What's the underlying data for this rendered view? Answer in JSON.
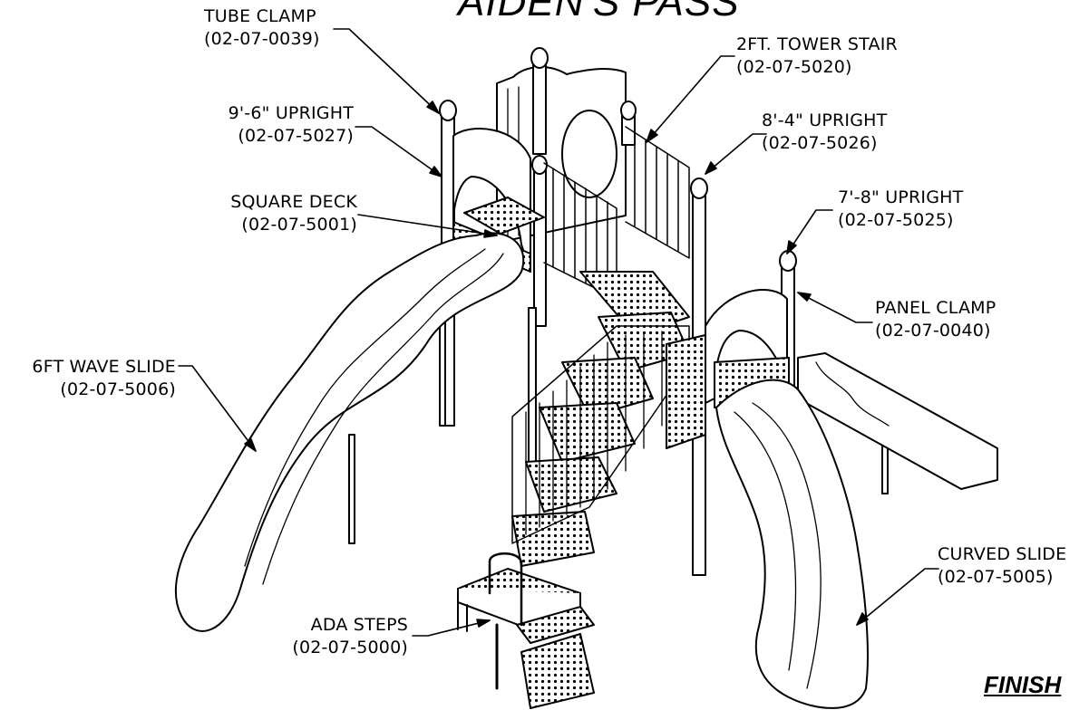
{
  "title": "AIDEN'S PASS",
  "finish_label": "FINISH",
  "callouts": {
    "tube_clamp": {
      "name": "TUBE CLAMP",
      "part": "(02-07-0039)"
    },
    "tower_stair": {
      "name": "2FT. TOWER STAIR",
      "part": "(02-07-5020)"
    },
    "upright_96": {
      "name": "9'-6\" UPRIGHT",
      "part": "(02-07-5027)"
    },
    "upright_84": {
      "name": "8'-4\" UPRIGHT",
      "part": "(02-07-5026)"
    },
    "square_deck": {
      "name": "SQUARE DECK",
      "part": "(02-07-5001)"
    },
    "upright_78": {
      "name": "7'-8\" UPRIGHT",
      "part": "(02-07-5025)"
    },
    "panel_clamp": {
      "name": "PANEL CLAMP",
      "part": "(02-07-0040)"
    },
    "wave_slide": {
      "name": "6FT WAVE SLIDE",
      "part": "(02-07-5006)"
    },
    "curved_slide": {
      "name": "CURVED SLIDE",
      "part": "(02-07-5005)"
    },
    "ada_steps": {
      "name": "ADA STEPS",
      "part": "(02-07-5000)"
    }
  }
}
